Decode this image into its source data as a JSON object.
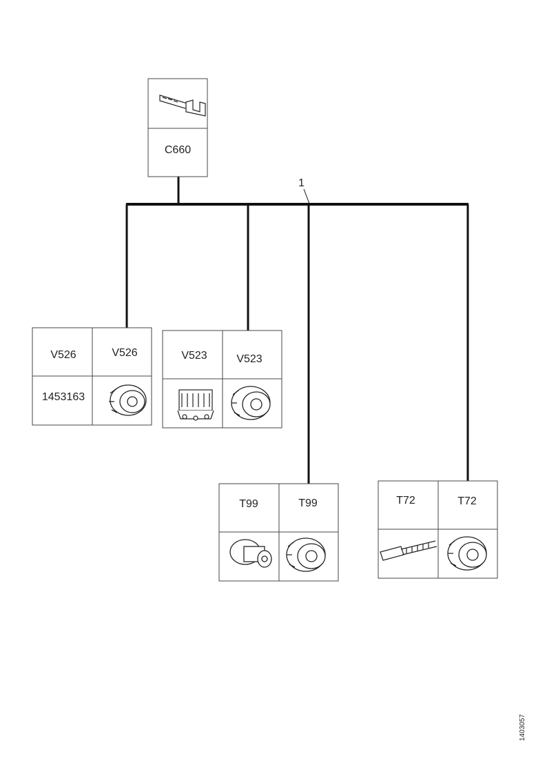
{
  "top_connector": {
    "code": "C660",
    "icon": "terminal-pin-icon"
  },
  "harness": {
    "callout": "1"
  },
  "groups": [
    {
      "left": {
        "code": "V526",
        "part": "1453163"
      },
      "right": {
        "code": "V526",
        "icon": "round-connector-icon"
      }
    },
    {
      "left": {
        "code": "V523",
        "icon": "flat-connector-block-icon"
      },
      "right": {
        "code": "V523",
        "icon": "round-connector-icon"
      }
    },
    {
      "left": {
        "code": "T99",
        "icon": "sensor-plug-icon"
      },
      "right": {
        "code": "T99",
        "icon": "round-connector-icon"
      }
    },
    {
      "left": {
        "code": "T72",
        "icon": "wire-terminal-icon"
      },
      "right": {
        "code": "T72",
        "icon": "round-connector-icon"
      }
    }
  ],
  "document_id": "1403057"
}
